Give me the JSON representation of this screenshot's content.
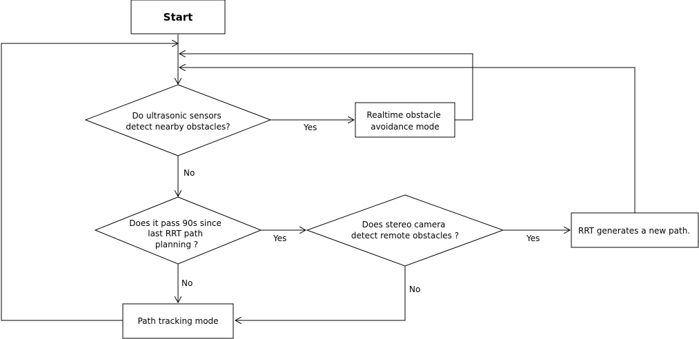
{
  "nodes": {
    "start": {
      "lines": [
        "Start"
      ]
    },
    "ultrasonic_decision": {
      "lines": [
        "Do ultrasonic sensors",
        "detect nearby obstacles?"
      ]
    },
    "realtime_avoidance": {
      "lines": [
        "Realtime obstacle",
        "avoidance mode"
      ]
    },
    "rrt_timer_decision": {
      "lines": [
        "Does it pass 90s since",
        "last  RRT path",
        "planning ?"
      ]
    },
    "stereo_decision": {
      "lines": [
        "Does stereo camera",
        "detect remote obstacles ?"
      ]
    },
    "rrt_new_path": {
      "lines": [
        "RRT generates a new path."
      ]
    },
    "path_tracking": {
      "lines": [
        "Path tracking mode"
      ]
    }
  },
  "edge_labels": {
    "ultrasonic_yes": "Yes",
    "ultrasonic_no": "No",
    "timer_yes": "Yes",
    "timer_no": "No",
    "stereo_yes": "Yes",
    "stereo_no": "No"
  },
  "colors": {
    "stroke": "#000000",
    "fill": "#ffffff",
    "text": "#000000"
  }
}
